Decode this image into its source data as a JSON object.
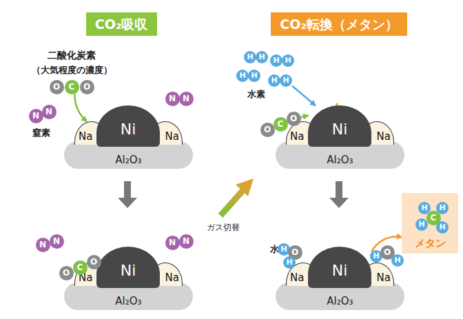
{
  "diagram": {
    "nodes": [
      {
        "text": [
          "CO₂吸収"
        ]
      },
      {
        "text": [
          "CO₂転換（メタン）"
        ]
      },
      {
        "text": [
          "O"
        ]
      },
      {
        "text": [
          "C"
        ]
      },
      {
        "text": [
          "O"
        ]
      },
      {
        "text": [
          "N"
        ]
      },
      {
        "text": [
          "N"
        ]
      },
      {
        "text": [
          "N"
        ]
      },
      {
        "text": [
          "N"
        ]
      },
      {
        "text": [
          "Al₂O₃"
        ]
      },
      {
        "text": [
          "Na"
        ]
      },
      {
        "text": [
          "Ni"
        ]
      },
      {
        "text": [
          "Na"
        ]
      },
      {
        "text": [
          "H"
        ]
      },
      {
        "text": [
          "H"
        ]
      },
      {
        "text": [
          "H"
        ]
      },
      {
        "text": [
          "H"
        ]
      },
      {
        "text": [
          "H"
        ]
      },
      {
        "text": [
          "H"
        ]
      },
      {
        "text": [
          "H"
        ]
      },
      {
        "text": [
          "H"
        ]
      },
      {
        "text": [
          "O"
        ]
      },
      {
        "text": [
          "C"
        ]
      },
      {
        "text": [
          "O"
        ]
      },
      {
        "text": [
          "Al₂O₃"
        ]
      },
      {
        "text": [
          "Na"
        ]
      },
      {
        "text": [
          "Ni"
        ]
      },
      {
        "text": [
          "Na"
        ]
      },
      {
        "text": [
          "N"
        ]
      },
      {
        "text": [
          "N"
        ]
      },
      {
        "text": [
          "N"
        ]
      },
      {
        "text": [
          "N"
        ]
      },
      {
        "text": [
          "O"
        ]
      },
      {
        "text": [
          "C"
        ]
      },
      {
        "text": [
          "O"
        ]
      },
      {
        "text": [
          "Al₂O₃"
        ]
      },
      {
        "text": [
          "Na"
        ]
      },
      {
        "text": [
          "Ni"
        ]
      },
      {
        "text": [
          "Na"
        ]
      },
      {
        "text": [
          "H"
        ]
      },
      {
        "text": [
          "O"
        ]
      },
      {
        "text": [
          "H"
        ]
      },
      {
        "text": [
          "H"
        ]
      },
      {
        "text": [
          "O"
        ]
      },
      {
        "text": [
          "H"
        ]
      },
      {
        "text": [
          "Al₂O₃"
        ]
      },
      {
        "text": [
          "Na"
        ]
      },
      {
        "text": [
          "Ni"
        ]
      },
      {
        "text": [
          "Na"
        ]
      },
      {
        "text": [
          "メタン"
        ]
      },
      {
        "text": [
          "C"
        ],
        "in": 49
      },
      {
        "text": [
          "H"
        ],
        "in": 49
      },
      {
        "text": [
          "H"
        ],
        "in": 49
      },
      {
        "text": [
          "H"
        ],
        "in": 49
      },
      {
        "text": [
          "H"
        ],
        "in": 49
      }
    ],
    "edges": [
      {
        "from": 3,
        "to": 10,
        "arrow": "to"
      },
      {
        "from": 20,
        "to": 26,
        "arrow": "to"
      },
      {
        "from": 23,
        "to": 26,
        "arrow": "to"
      },
      {
        "from": 47,
        "to": 49,
        "arrow": "to"
      }
    ],
    "labels": [
      "二酸化炭素",
      "（大気程度の濃度）",
      "窒素",
      "水素",
      "ガス切替",
      "水"
    ]
  }
}
